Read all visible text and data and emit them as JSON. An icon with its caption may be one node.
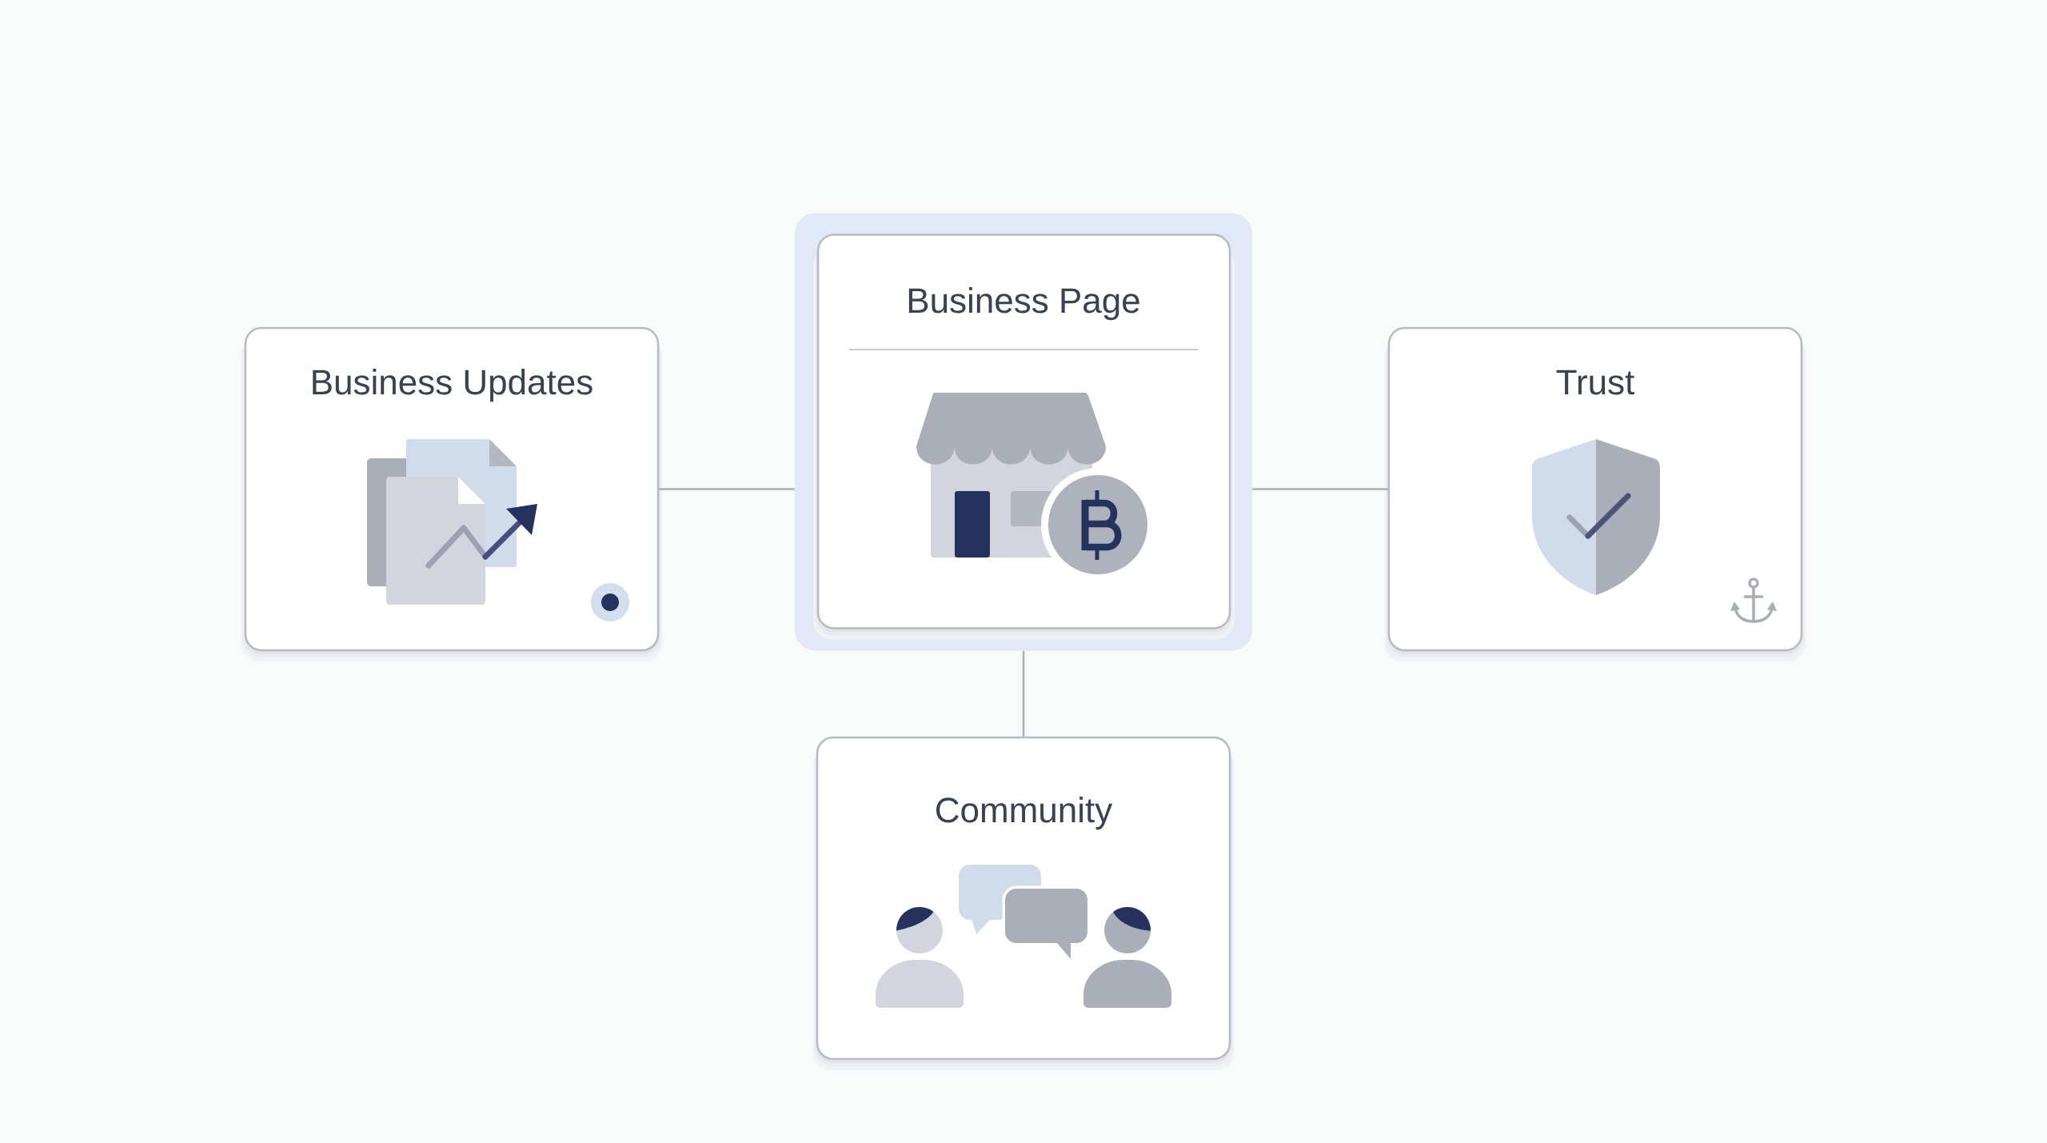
{
  "diagram": {
    "nodes": [
      {
        "text": [
          "Business Page"
        ]
      },
      {
        "text": [
          "Business Updates"
        ]
      },
      {
        "text": [
          "Trust"
        ]
      },
      {
        "text": [
          "Community"
        ]
      }
    ],
    "edges": [
      {
        "from": 0,
        "to": 1,
        "arrow": "none"
      },
      {
        "from": 0,
        "to": 2,
        "arrow": "none"
      },
      {
        "from": 0,
        "to": 3,
        "arrow": "none"
      }
    ]
  }
}
